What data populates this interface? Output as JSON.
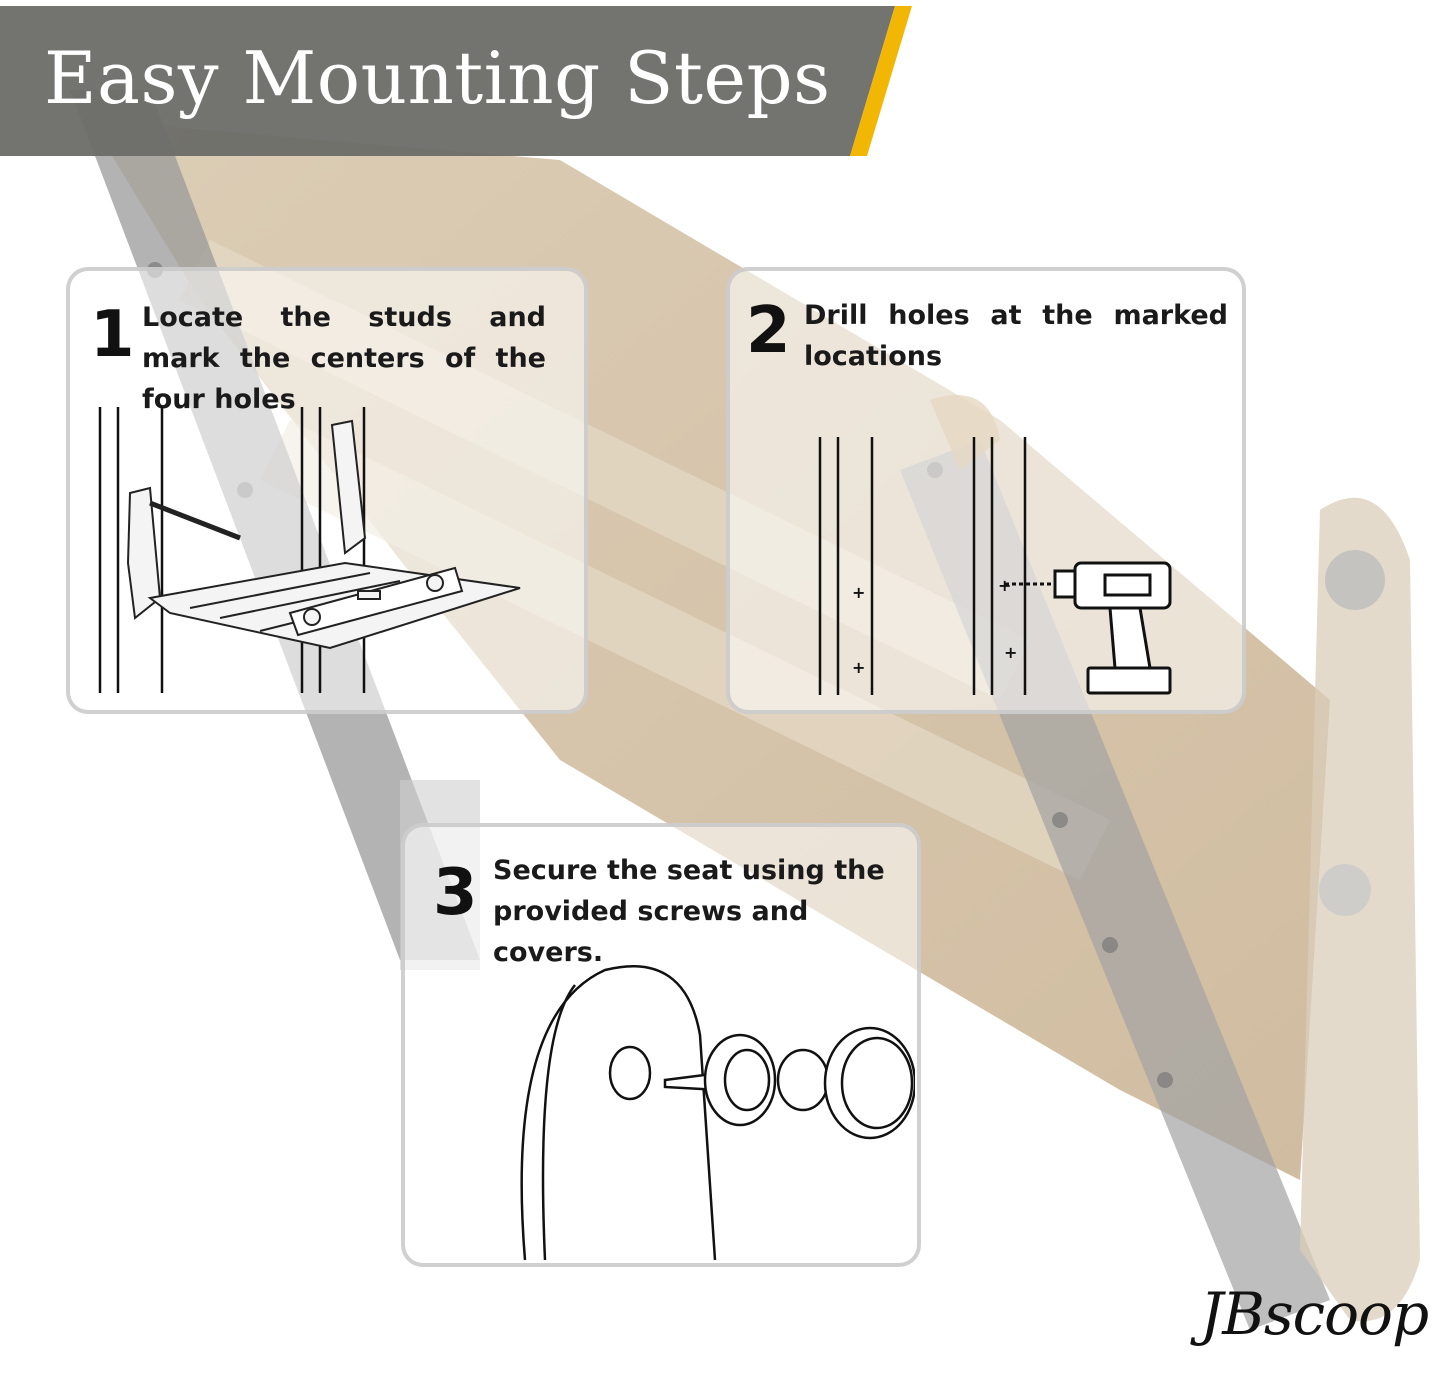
{
  "header": {
    "title": "Easy Mounting Steps"
  },
  "steps": [
    {
      "number": "1",
      "text": "Locate the studs and mark the centers of the four holes"
    },
    {
      "number": "2",
      "text": "Drill holes at the marked locations"
    },
    {
      "number": "3",
      "text": "Secure the seat using the provided screws and covers."
    }
  ],
  "brand": {
    "logo_text": "JBscoop"
  },
  "colors": {
    "banner": "#6b6b68",
    "accent": "#f2b705",
    "wood": "#c9b497",
    "frame": "#8f8f8f"
  }
}
